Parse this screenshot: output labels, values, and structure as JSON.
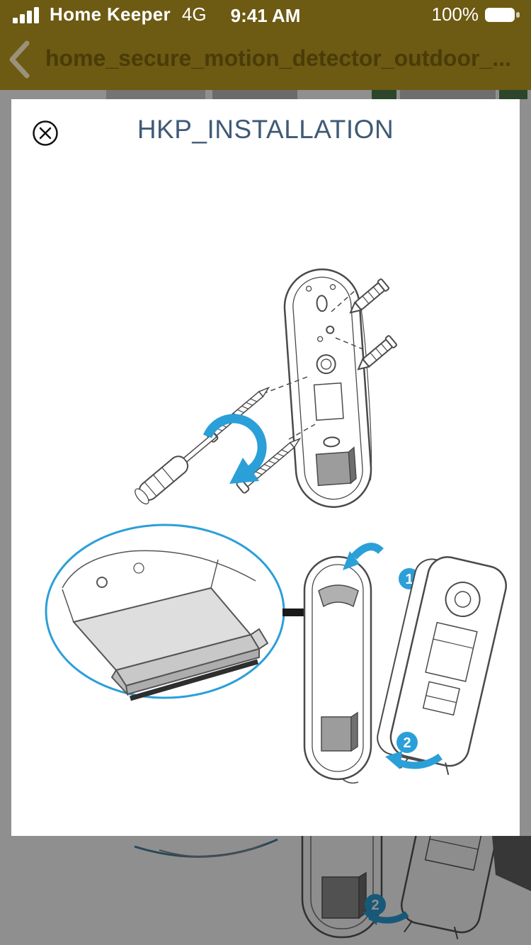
{
  "status_bar": {
    "carrier": "Home Keeper",
    "network": "4G",
    "time": "9:41 AM",
    "battery_level": "100%"
  },
  "nav_bar": {
    "back_icon": "chevron-left",
    "title": "home_secure_motion_detector_outdoor_..."
  },
  "viewer": {
    "close_icon": "circle-x",
    "title": "HKP_INSTALLATION"
  },
  "diagram": {
    "steps": [
      {
        "label": "1"
      },
      {
        "label": "2"
      }
    ],
    "background_fragment_step": {
      "label": "2"
    }
  },
  "colors": {
    "header_background": "#6d5a13",
    "status_text": "#ffffff",
    "nav_title": "#4a3c08",
    "back_chevron": "#9a9178",
    "viewer_title": "#3f5a76",
    "diagram_accent": "#2b9fd8",
    "line": "#4a4a4a"
  }
}
